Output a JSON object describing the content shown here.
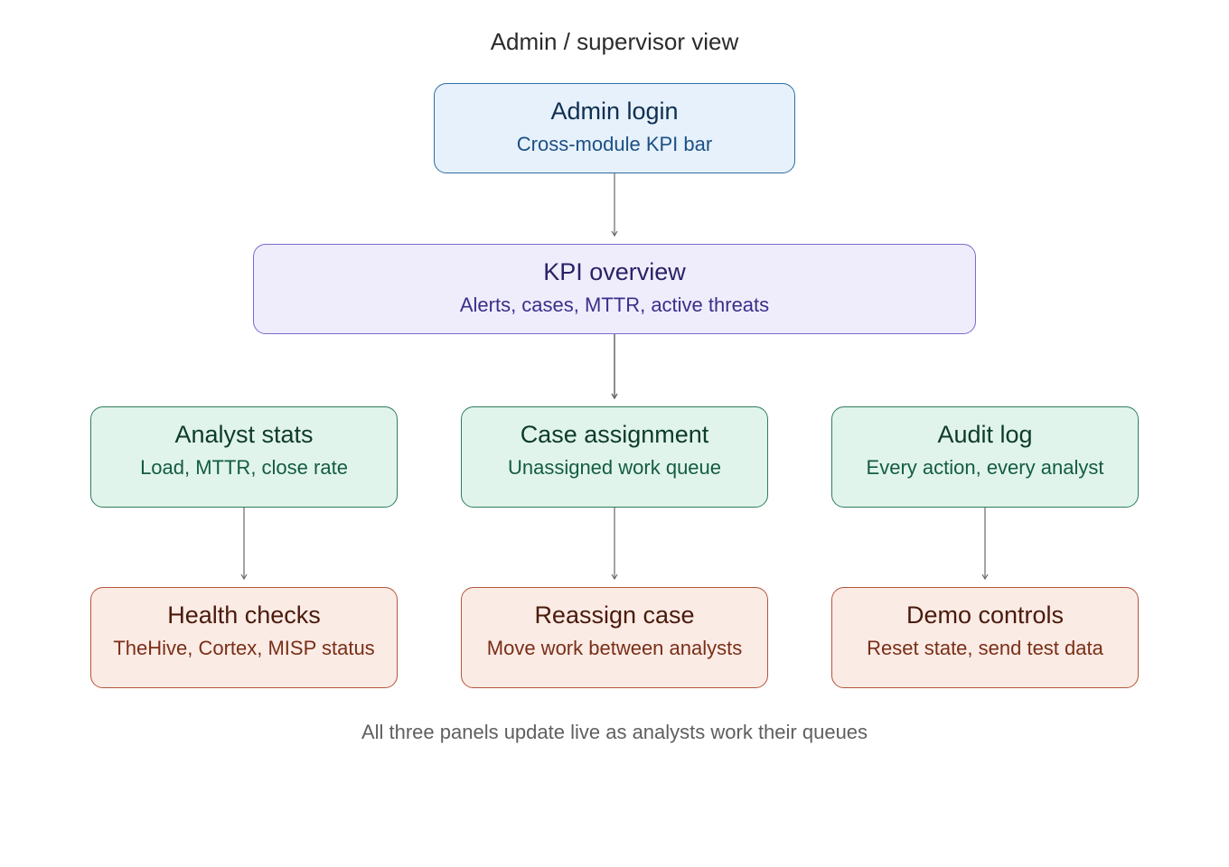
{
  "title": "Admin / supervisor view",
  "colors": {
    "blue": {
      "fill": "#e6f1fb",
      "stroke": "#2f6c9f",
      "title": "#0f2f52",
      "sub": "#1c4f85"
    },
    "purple": {
      "fill": "#efedfc",
      "stroke": "#7a6ad0",
      "title": "#2a2266",
      "sub": "#3a2f8a"
    },
    "green": {
      "fill": "#e1f4ec",
      "stroke": "#2e7d5b",
      "title": "#0d3b2b",
      "sub": "#135c41"
    },
    "orange": {
      "fill": "#fbebe5",
      "stroke": "#b4553a",
      "title": "#4a1a0c",
      "sub": "#7a2e17"
    },
    "edge": "#666666"
  },
  "nodes": {
    "admin_login": {
      "title": "Admin login",
      "subtitle": "Cross-module KPI bar",
      "color": "blue"
    },
    "kpi_overview": {
      "title": "KPI overview",
      "subtitle": "Alerts, cases, MTTR, active threats",
      "color": "purple"
    },
    "analyst_stats": {
      "title": "Analyst stats",
      "subtitle": "Load, MTTR, close rate",
      "color": "green"
    },
    "case_assignment": {
      "title": "Case assignment",
      "subtitle": "Unassigned work queue",
      "color": "green"
    },
    "audit_log": {
      "title": "Audit log",
      "subtitle": "Every action, every analyst",
      "color": "green"
    },
    "health_checks": {
      "title": "Health checks",
      "subtitle": "TheHive, Cortex, MISP status",
      "color": "orange"
    },
    "reassign_case": {
      "title": "Reassign case",
      "subtitle": "Move work between analysts",
      "color": "orange"
    },
    "demo_controls": {
      "title": "Demo controls",
      "subtitle": "Reset state, send test data",
      "color": "orange"
    }
  },
  "edges": [
    [
      "admin_login",
      "kpi_overview"
    ],
    [
      "kpi_overview",
      "analyst_stats"
    ],
    [
      "kpi_overview",
      "case_assignment"
    ],
    [
      "kpi_overview",
      "audit_log"
    ],
    [
      "analyst_stats",
      "health_checks"
    ],
    [
      "case_assignment",
      "reassign_case"
    ],
    [
      "audit_log",
      "demo_controls"
    ]
  ],
  "caption": "All three panels update live as analysts work their queues"
}
